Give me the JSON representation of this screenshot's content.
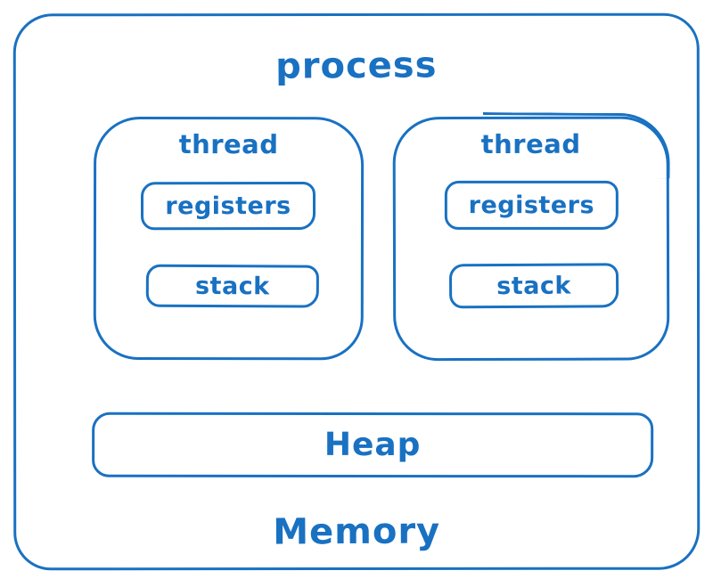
{
  "colors": {
    "stroke": "#1971c2",
    "background": "#ffffff"
  },
  "diagram": {
    "type": "hand-drawn block diagram",
    "process_label": "process",
    "memory_label": "Memory",
    "heap_label": "Heap",
    "threads": [
      {
        "label": "thread",
        "registers_label": "registers",
        "stack_label": "stack"
      },
      {
        "label": "thread",
        "registers_label": "registers",
        "stack_label": "stack"
      }
    ]
  }
}
